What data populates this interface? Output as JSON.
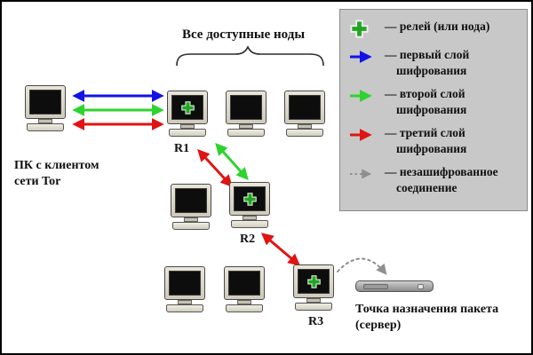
{
  "labels": {
    "client": "ПК с клиентом сети Tor",
    "nodes_title": "Все доступные ноды",
    "r1": "R1",
    "r2": "R2",
    "r3": "R3",
    "server": "Точка назначения пакета (сервер)"
  },
  "legend": {
    "items": [
      {
        "icon": "relay-plus-icon",
        "label": "— релей (или нода)"
      },
      {
        "icon": "blue-arrow-icon",
        "label": "— первый слой шифрования"
      },
      {
        "icon": "green-arrow-icon",
        "label": "— второй слой шифрования"
      },
      {
        "icon": "red-arrow-icon",
        "label": "— третий слой шифрования"
      },
      {
        "icon": "dashed-arrow-icon",
        "label": "— незашифрованное соединение"
      }
    ]
  },
  "colors": {
    "layer1": "#1212e6",
    "layer2": "#2ed32e",
    "layer3": "#e01414",
    "unencrypted": "#8f8f8f",
    "relay_green": "#23a523"
  },
  "connections": [
    {
      "from": "ПК с клиентом сети Tor",
      "to": "R1",
      "layers": [
        "первый",
        "второй",
        "третий"
      ]
    },
    {
      "from": "R1",
      "to": "R2",
      "layers": [
        "второй",
        "третий"
      ]
    },
    {
      "from": "R2",
      "to": "R3",
      "layers": [
        "третий"
      ]
    },
    {
      "from": "R3",
      "to": "сервер",
      "layers": [
        "незашифрованное"
      ]
    }
  ]
}
